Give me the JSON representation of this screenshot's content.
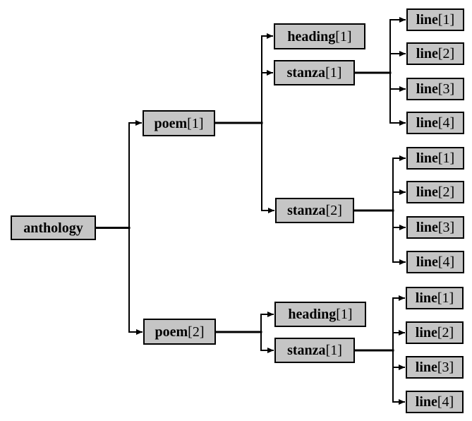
{
  "diagram": {
    "type": "tree",
    "description": "Node tree of an anthology XML document",
    "colors": {
      "background": "#ffffff",
      "node_fill": "#c5c5c5",
      "node_border": "#000000",
      "connector": "#000000"
    },
    "nodes": {
      "anthology": {
        "name": "anthology",
        "index": ""
      },
      "poem1": {
        "name": "poem",
        "index": "[1]"
      },
      "poem1_heading1": {
        "name": "heading",
        "index": "[1]"
      },
      "poem1_stanza1": {
        "name": "stanza",
        "index": "[1]"
      },
      "poem1_stanza1_line1": {
        "name": "line",
        "index": "[1]"
      },
      "poem1_stanza1_line2": {
        "name": "line",
        "index": "[2]"
      },
      "poem1_stanza1_line3": {
        "name": "line",
        "index": "[3]"
      },
      "poem1_stanza1_line4": {
        "name": "line",
        "index": "[4]"
      },
      "poem1_stanza2": {
        "name": "stanza",
        "index": "[2]"
      },
      "poem1_stanza2_line1": {
        "name": "line",
        "index": "[1]"
      },
      "poem1_stanza2_line2": {
        "name": "line",
        "index": "[2]"
      },
      "poem1_stanza2_line3": {
        "name": "line",
        "index": "[3]"
      },
      "poem1_stanza2_line4": {
        "name": "line",
        "index": "[4]"
      },
      "poem2": {
        "name": "poem",
        "index": "[2]"
      },
      "poem2_heading1": {
        "name": "heading",
        "index": "[1]"
      },
      "poem2_stanza1": {
        "name": "stanza",
        "index": "[1]"
      },
      "poem2_stanza1_line1": {
        "name": "line",
        "index": "[1]"
      },
      "poem2_stanza1_line2": {
        "name": "line",
        "index": "[2]"
      },
      "poem2_stanza1_line3": {
        "name": "line",
        "index": "[3]"
      },
      "poem2_stanza1_line4": {
        "name": "line",
        "index": "[4]"
      }
    }
  }
}
